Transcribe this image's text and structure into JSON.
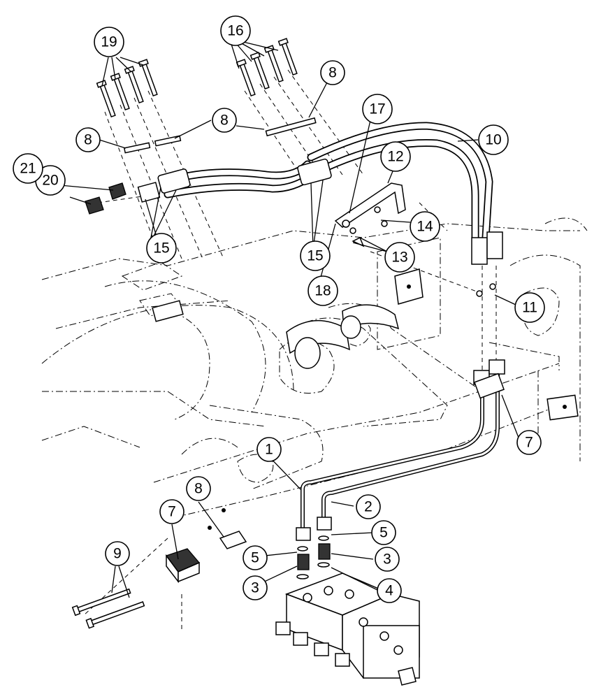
{
  "callouts": [
    {
      "id": "c1",
      "label": "1"
    },
    {
      "id": "c2",
      "label": "2"
    },
    {
      "id": "c3a",
      "label": "3"
    },
    {
      "id": "c3b",
      "label": "3"
    },
    {
      "id": "c4",
      "label": "4"
    },
    {
      "id": "c5a",
      "label": "5"
    },
    {
      "id": "c5b",
      "label": "5"
    },
    {
      "id": "c7a",
      "label": "7"
    },
    {
      "id": "c7b",
      "label": "7"
    },
    {
      "id": "c8a",
      "label": "8"
    },
    {
      "id": "c8b",
      "label": "8"
    },
    {
      "id": "c8c",
      "label": "8"
    },
    {
      "id": "c8d",
      "label": "8"
    },
    {
      "id": "c9",
      "label": "9"
    },
    {
      "id": "c10",
      "label": "10"
    },
    {
      "id": "c11",
      "label": "11"
    },
    {
      "id": "c12",
      "label": "12"
    },
    {
      "id": "c13",
      "label": "13"
    },
    {
      "id": "c14",
      "label": "14"
    },
    {
      "id": "c15a",
      "label": "15"
    },
    {
      "id": "c15b",
      "label": "15"
    },
    {
      "id": "c16",
      "label": "16"
    },
    {
      "id": "c17",
      "label": "17"
    },
    {
      "id": "c18",
      "label": "18"
    },
    {
      "id": "c19",
      "label": "19"
    },
    {
      "id": "c20",
      "label": "20"
    },
    {
      "id": "c21",
      "label": "21"
    }
  ]
}
